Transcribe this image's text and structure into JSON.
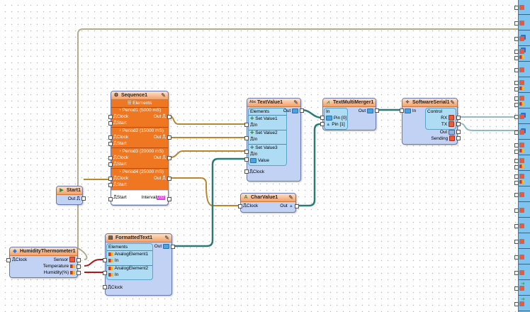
{
  "canvas": {
    "background": "#ffffff",
    "grid": "dotted"
  },
  "colors": {
    "wire_clock": "#b8872e",
    "wire_data": "#2a7a76",
    "wire_analog": "#b01818",
    "wire_sensor": "#b4ad8c",
    "wire_serial": "#8fbcbc",
    "component_body": "#c2d2f5",
    "header_orange": "#f3a06a",
    "sequence_body": "#f07722"
  },
  "components": {
    "sequence": {
      "title": "Sequence1",
      "elements_label": "Elements",
      "periods": [
        {
          "name": "Period1 (5000 mS)",
          "clock": "Clock",
          "out": "Out",
          "start": "Start"
        },
        {
          "name": "Period2 (15000 mS)",
          "clock": "Clock",
          "out": "Out",
          "start": "Start"
        },
        {
          "name": "Period3 (20000 mS)",
          "clock": "Clock",
          "out": "Out",
          "start": "Start"
        },
        {
          "name": "Period4 (25000 mS)",
          "clock": "Clock",
          "out": "Out",
          "start": "Start"
        }
      ],
      "start": "Start",
      "interval": "Interval",
      "interval_type": "U32"
    },
    "start": {
      "title": "Start1",
      "out": "Out"
    },
    "humidity": {
      "title": "HumidityThermometer1",
      "clock": "Clock",
      "sensor": "Sensor",
      "temperature": "Temperature",
      "humidity": "Humidity(%)"
    },
    "textvalue": {
      "title": "TextValue1",
      "elements_label": "Elements",
      "out": "Out",
      "items": [
        {
          "name": "Set Value1",
          "in": "In"
        },
        {
          "name": "Set Value2",
          "in": "In"
        },
        {
          "name": "Set Value3",
          "in": "In",
          "value": "Value"
        }
      ],
      "clock": "Clock"
    },
    "textmerger": {
      "title": "TextMultiMerger1",
      "in": "In",
      "out": "Out",
      "pins": [
        "Pin [0]",
        "Pin [1]"
      ]
    },
    "serial": {
      "title": "SoftwareSerial1",
      "in": "In",
      "control": "Control",
      "rx": "RX",
      "tx": "TX",
      "out": "Out",
      "sending": "Sending"
    },
    "charvalue": {
      "title": "CharValue1",
      "clock": "Clock",
      "out": "Out"
    },
    "formatted": {
      "title": "FormattedText1",
      "elements_label": "Elements",
      "out": "Out",
      "items": [
        {
          "name": "AnalogElement1",
          "in": "In"
        },
        {
          "name": "AnalogElement2",
          "in": "In"
        }
      ],
      "clock": "Clock"
    }
  },
  "board_panel": {
    "pin_types": [
      "digital",
      "digital",
      "serial",
      "serial-analog",
      "digital",
      "digital-analog",
      "digital-analog",
      "serial",
      "serial",
      "digital-analog",
      "digital-analog",
      "digital-analog",
      "digital",
      "digital",
      "digital",
      "digital",
      "digital",
      "digital",
      "digital-arrow",
      "digital-arrow"
    ]
  }
}
